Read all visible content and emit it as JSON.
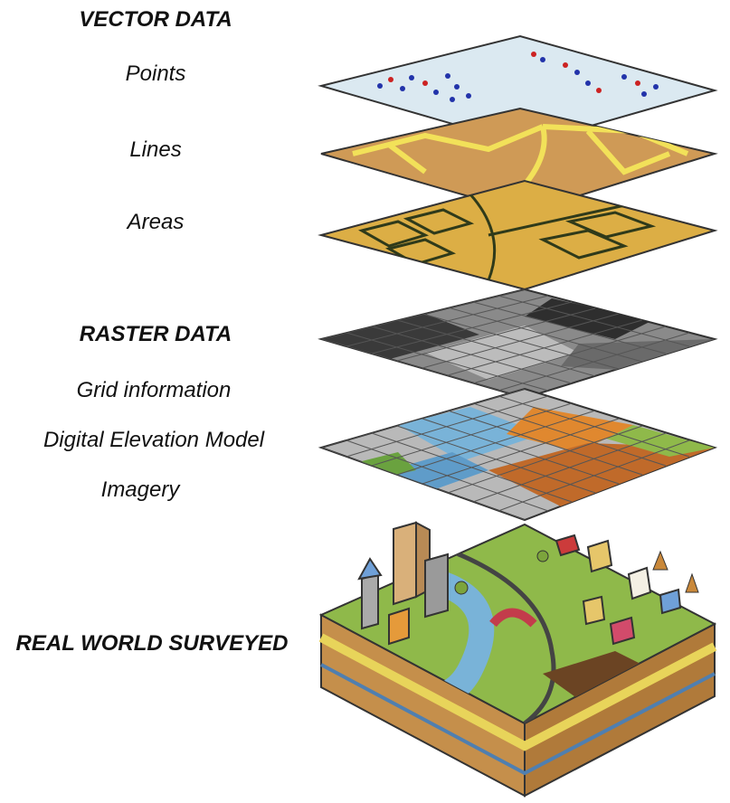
{
  "vector": {
    "heading": "VECTOR DATA",
    "points": "Points",
    "lines": "Lines",
    "areas": "Areas"
  },
  "raster": {
    "heading": "RASTER DATA",
    "grid": "Grid information",
    "dem": "Digital Elevation Model",
    "imagery": "Imagery"
  },
  "real_world": {
    "heading": "REAL WORLD SURVEYED"
  },
  "colors": {
    "points_layer": "#dbe9f1",
    "lines_layer": "#cf9a56",
    "areas_layer": "#dcae45",
    "line_yellow": "#f2e159",
    "area_outline": "#2f3a1a",
    "raster_dark": "#3a3a3a",
    "raster_light": "#b9b9b9",
    "water": "#79b3d8",
    "grass": "#8fb94a",
    "soil": "#c58f4b"
  }
}
